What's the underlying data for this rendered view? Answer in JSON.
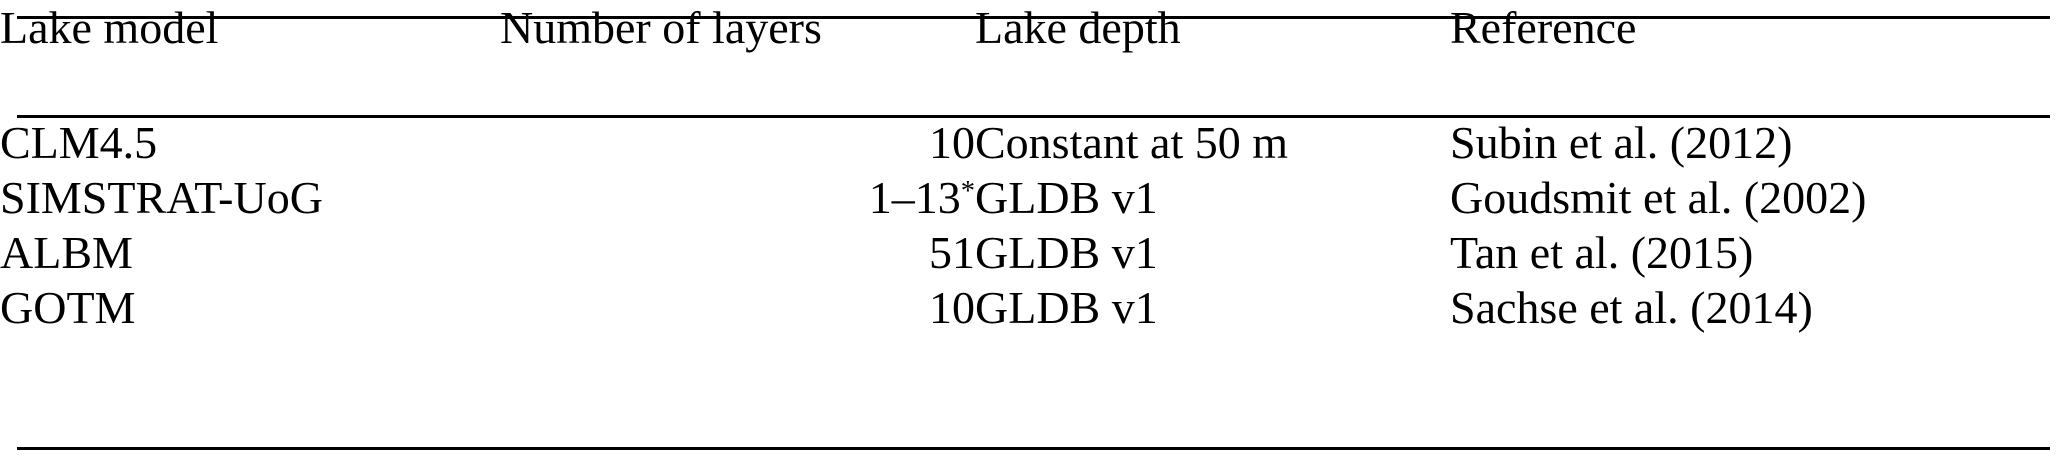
{
  "table": {
    "columns": [
      {
        "key": "lake_model",
        "header": "Lake model",
        "align": "left"
      },
      {
        "key": "number_of_layers",
        "header": "Number of layers",
        "align": "right"
      },
      {
        "key": "lake_depth",
        "header": "Lake depth",
        "align": "left"
      },
      {
        "key": "reference",
        "header": "Reference",
        "align": "left"
      }
    ],
    "headers": {
      "lake_model": "Lake model",
      "number_of_layers": "Number of layers",
      "lake_depth": "Lake depth",
      "reference": "Reference"
    },
    "rows": [
      {
        "lake_model": "CLM4.5",
        "number_of_layers": "10",
        "number_of_layers_base": "10",
        "number_of_layers_footnote": "",
        "lake_depth": "Constant at 50 m",
        "reference": "Subin et al. (2012)"
      },
      {
        "lake_model": "SIMSTRAT-UoG",
        "number_of_layers": "1–13*",
        "number_of_layers_base": "1–13",
        "number_of_layers_footnote": "*",
        "lake_depth": "GLDB v1",
        "reference": "Goudsmit et al. (2002)"
      },
      {
        "lake_model": "ALBM",
        "number_of_layers": "51",
        "number_of_layers_base": "51",
        "number_of_layers_footnote": "",
        "lake_depth": "GLDB v1",
        "reference": "Tan et al. (2015)"
      },
      {
        "lake_model": "GOTM",
        "number_of_layers": "10",
        "number_of_layers_base": "10",
        "number_of_layers_footnote": "",
        "lake_depth": "GLDB v1",
        "reference": "Sachse et al. (2014)"
      }
    ],
    "rules": {
      "top": true,
      "midrule": true,
      "bottom": true
    },
    "colors": {
      "text": "#000000",
      "rule": "#000000",
      "background": "#ffffff"
    }
  }
}
